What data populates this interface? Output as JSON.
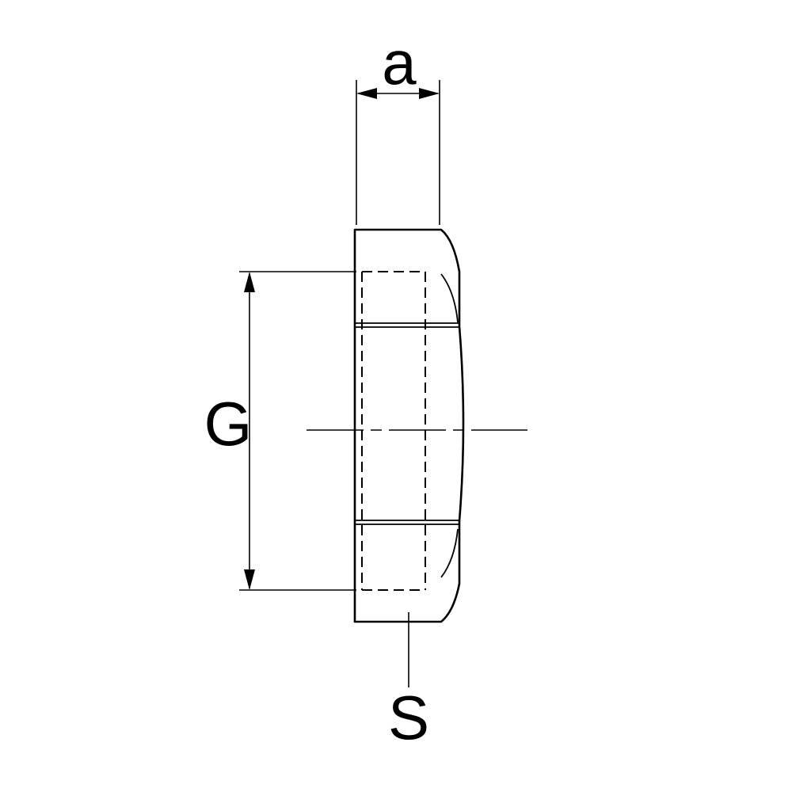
{
  "drawing": {
    "labels": {
      "dimension_a": "a",
      "dimension_g": "G",
      "dimension_s": "S"
    },
    "colors": {
      "line": "#000000",
      "background": "#ffffff"
    }
  }
}
